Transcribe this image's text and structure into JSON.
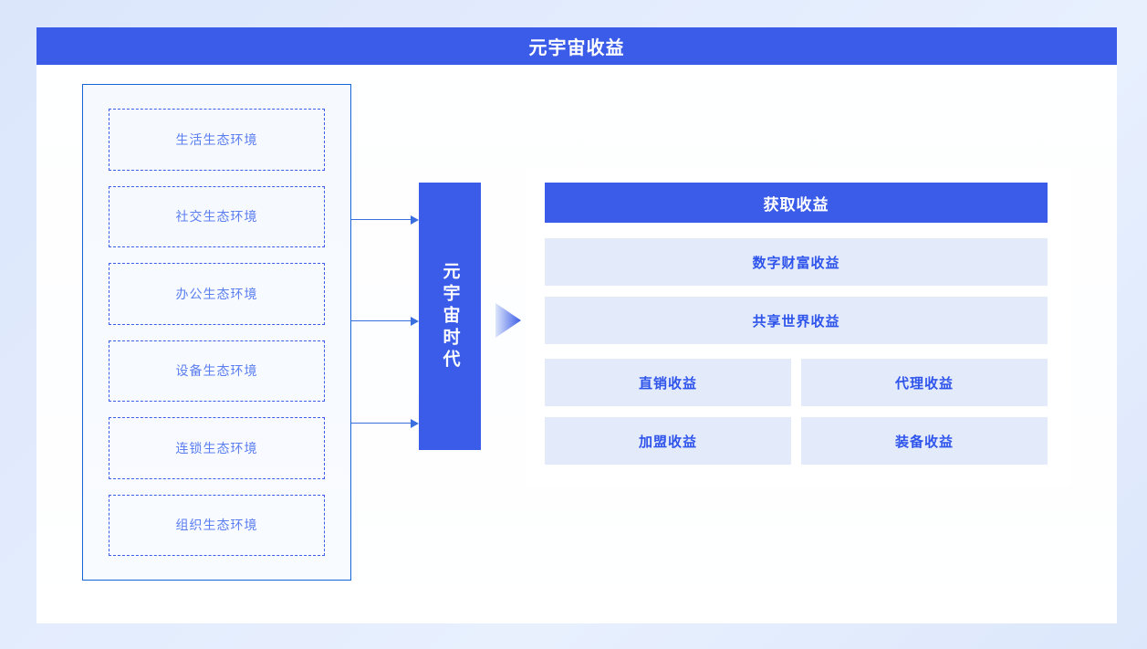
{
  "header": {
    "title": "元宇宙收益",
    "bg_color": "#3a5ce8",
    "text_color": "#ffffff"
  },
  "ecosystem": {
    "border_color": "#1565d8",
    "item_border_color": "#3a5ce8",
    "item_text_color": "#5b7ef0",
    "items": [
      {
        "label": "生活生态环境"
      },
      {
        "label": "社交生态环境"
      },
      {
        "label": "办公生态环境"
      },
      {
        "label": "设备生态环境"
      },
      {
        "label": "连锁生态环境"
      },
      {
        "label": "组织生态环境"
      }
    ]
  },
  "connectors": {
    "arrow_color": "#3a6fe0",
    "count": 3,
    "triangle_name": "flow-triangle"
  },
  "era": {
    "label": "元宇宙时代",
    "bg_color": "#3a5ce8",
    "text_color": "#ffffff"
  },
  "revenue": {
    "panel_bg": "#ffffff",
    "header": {
      "label": "获取收益",
      "bg_color": "#3a5ce8",
      "text_color": "#ffffff"
    },
    "item_bg": "#e3ebfb",
    "item_text_color": "#2f54eb",
    "full_rows": [
      {
        "label": "数字财富收益"
      },
      {
        "label": "共享世界收益"
      }
    ],
    "grid_cells": [
      {
        "label": "直销收益"
      },
      {
        "label": "代理收益"
      },
      {
        "label": "加盟收益"
      },
      {
        "label": "装备收益"
      }
    ]
  }
}
